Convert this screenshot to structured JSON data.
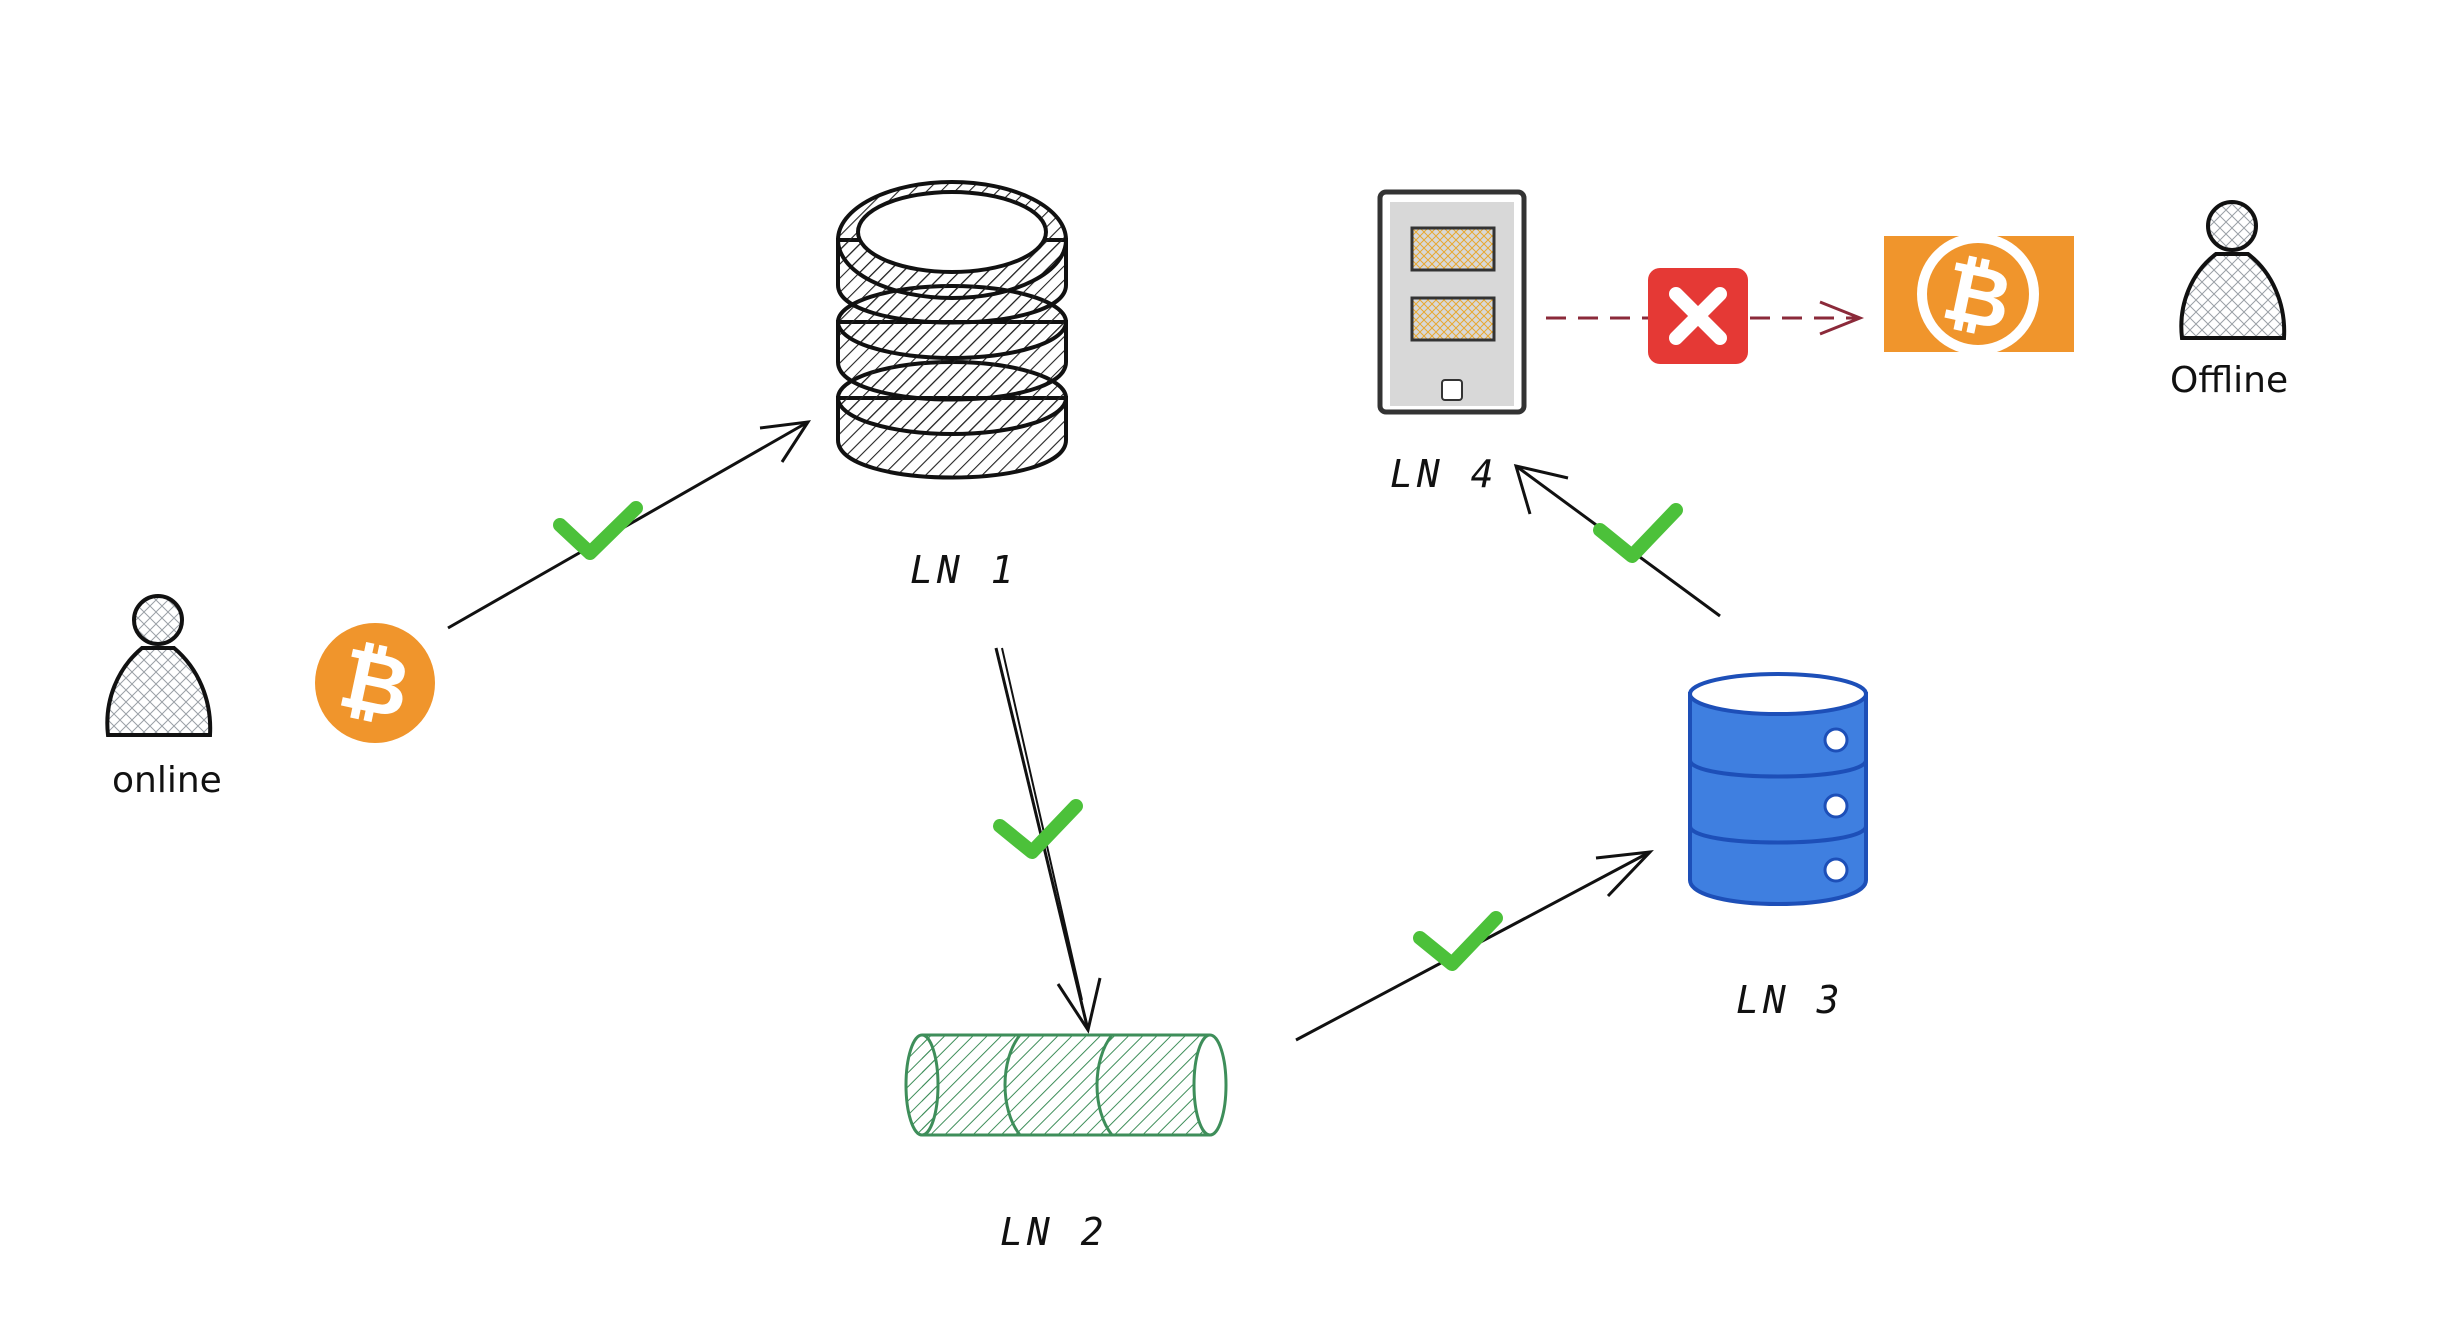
{
  "nodes": {
    "ln1": {
      "label": "LN 1"
    },
    "ln2": {
      "label": "LN 2"
    },
    "ln3": {
      "label": "LN 3"
    },
    "ln4": {
      "label": "LN 4"
    }
  },
  "users": {
    "sender": {
      "label": "online"
    },
    "receiver": {
      "label": "Offline"
    }
  },
  "colors": {
    "bitcoin_orange": "#F0952C",
    "check_green": "#4CC13A",
    "cross_red": "#E53935",
    "ln2_green": "#3E8E5A",
    "ln3_blue": "#3F7FE0",
    "dashed_line": "#8B2A3A",
    "doc_yellow": "#F7C552"
  },
  "icons": {
    "check": "check-icon",
    "cross": "cross-icon",
    "bitcoin": "bitcoin-icon",
    "user": "user-icon",
    "phone": "phone-icon",
    "database": "database-icon"
  }
}
